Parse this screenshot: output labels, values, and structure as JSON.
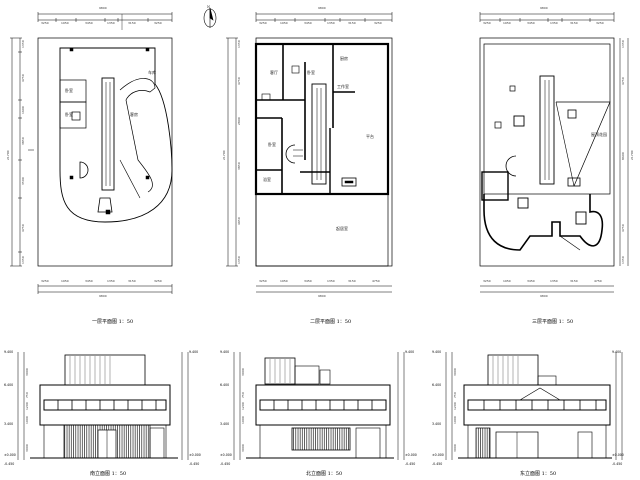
{
  "drawings": {
    "plans": [
      {
        "id": "plan-1",
        "title": "一层平面图",
        "scale_label": "1：50",
        "overall_dim": "9800",
        "top_dims": [
          "3250",
          "1950",
          "3450",
          "1350",
          "3150",
          "3250"
        ],
        "bottom_dims": [
          "3250",
          "1950",
          "3450",
          "1350",
          "3150",
          "3250"
        ],
        "left_dims": [
          "1350",
          "4750",
          "1600",
          "3850",
          "3500",
          "4750",
          "1350"
        ],
        "left_total": "21700",
        "rooms": [
          "卧室",
          "卧室",
          "车库",
          "客房"
        ]
      },
      {
        "id": "plan-2",
        "title": "二层平面图",
        "scale_label": "1：50",
        "overall_dim": "9800",
        "top_dims": [
          "3250",
          "1950",
          "3450",
          "1350",
          "3150",
          "3250"
        ],
        "bottom_dims": [
          "3250",
          "1950",
          "3450",
          "1350",
          "3150",
          "4750"
        ],
        "left_dims": [
          "1350",
          "4750",
          "2800",
          "3850",
          "4950",
          "1350"
        ],
        "left_total": "21700",
        "rooms": [
          "客厅",
          "卧室",
          "厨房",
          "工作室",
          "平台",
          "卧室",
          "浴室",
          "起居室"
        ]
      },
      {
        "id": "plan-3",
        "title": "三层平面图",
        "scale_label": "1：50",
        "overall_dim": "9800",
        "top_dims": [
          "3250",
          "1950",
          "3450",
          "1350",
          "3150",
          "3250"
        ],
        "bottom_dims": [
          "3250",
          "1950",
          "3450",
          "1350",
          "3150",
          "4750"
        ],
        "left_dims": [
          "1350",
          "4750",
          "8600",
          "4750",
          "1350"
        ],
        "left_total": "21700",
        "rooms": [
          "屋顶花园"
        ]
      }
    ],
    "elevations": [
      {
        "id": "elev-south",
        "title": "南立面图",
        "scale_label": "1：50",
        "levels": [
          "9.400",
          "6.400",
          "3.400",
          "±0.000",
          "-0.450"
        ],
        "left_dims": [
          "3000",
          "750",
          "1200",
          "1000",
          "3000"
        ]
      },
      {
        "id": "elev-north",
        "title": "北立面图",
        "scale_label": "1：50",
        "levels": [
          "9.400",
          "6.400",
          "3.400",
          "±0.000",
          "-0.450"
        ],
        "left_dims": [
          "3000",
          "750",
          "1200",
          "1000",
          "3000"
        ]
      },
      {
        "id": "elev-east",
        "title": "东立面图",
        "scale_label": "1：50",
        "levels": [
          "9.400",
          "6.400",
          "3.400",
          "±0.000",
          "-0.450"
        ],
        "left_dims": [
          "3000",
          "750",
          "1200",
          "1000",
          "3000"
        ]
      }
    ],
    "north_arrow_label": "N"
  }
}
